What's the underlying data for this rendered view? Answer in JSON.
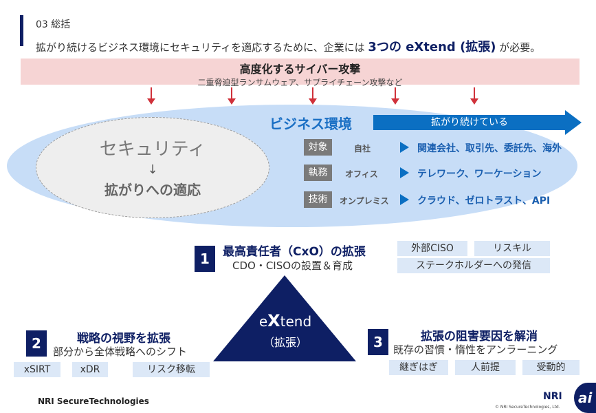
{
  "header": {
    "section": "03 総括",
    "lead_pre": "拡がり続けるビジネス環境にセキュリティを適応するために、企業には ",
    "lead_bold": "3つの eXtend (拡張)",
    "lead_post": " が必要。"
  },
  "threat": {
    "title": "高度化するサイバー攻撃",
    "subtitle": "二重脅迫型ランサムウェア、サプライチェーン攻撃など"
  },
  "business": {
    "title": "ビジネス環境",
    "arrow_label": "拡がり続けている",
    "rows": [
      {
        "label": "対象",
        "from": "自社",
        "to": "関連会社、取引先、委託先、海外"
      },
      {
        "label": "執務",
        "from": "オフィス",
        "to": "テレワーク、ワーケーション"
      },
      {
        "label": "技術",
        "from": "オンプレミス",
        "to": "クラウド、ゼロトラスト、API"
      }
    ]
  },
  "security": {
    "title": "セキュリティ",
    "arrow": "↓",
    "subtitle": "拡がりへの適応"
  },
  "center": {
    "title_pre": "e",
    "title_x": "X",
    "title_post": "tend",
    "subtitle": "（拡張）"
  },
  "pillars": [
    {
      "num": "1",
      "title": "最高責任者（CxO）の拡張",
      "subtitle": "CDO・CISOの設置＆育成",
      "tags": [
        "外部CISO",
        "リスキル",
        "ステークホルダーへの発信"
      ]
    },
    {
      "num": "2",
      "title": "戦略の視野を拡張",
      "subtitle": "部分から全体戦略へのシフト",
      "tags": [
        "xSIRT",
        "xDR",
        "リスク移転"
      ]
    },
    {
      "num": "3",
      "title": "拡張の阻害要因を解消",
      "subtitle": "既存の習慣・惰性をアンラーニング",
      "tags": [
        "継ぎはぎ",
        "人前提",
        "受動的"
      ]
    }
  ],
  "footer": {
    "company": "NRI SecureTechnologies",
    "logo": "NRI",
    "copyright": "© NRI SecureTechnologies, Ltd.",
    "badge": "ai"
  },
  "colors": {
    "navy": "#0e1f64",
    "blue": "#0b6fc2",
    "pink": "#f6d4d4",
    "red": "#d0313a"
  }
}
